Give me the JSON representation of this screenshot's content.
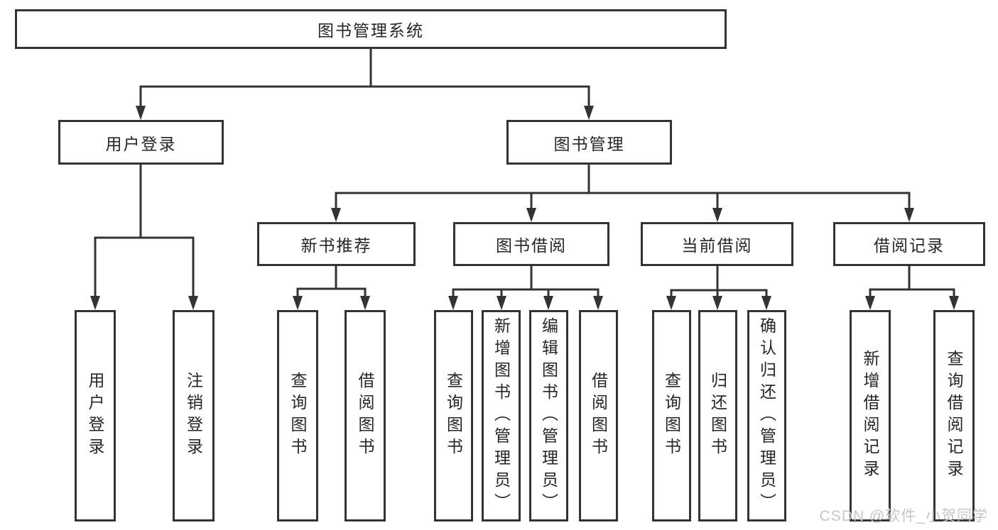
{
  "diagram": {
    "root": {
      "label": "图书管理系统"
    },
    "level2": [
      {
        "label": "用户登录"
      },
      {
        "label": "图书管理"
      }
    ],
    "level3": [
      {
        "label": "新书推荐"
      },
      {
        "label": "图书借阅"
      },
      {
        "label": "当前借阅"
      },
      {
        "label": "借阅记录"
      }
    ],
    "leaves": {
      "user_login": [
        "用户登录",
        "注销登录"
      ],
      "new_book_recommend": [
        "查询图书",
        "借阅图书"
      ],
      "book_borrow": [
        "查询图书",
        "新增图书（管理员）",
        "编辑图书（管理员）",
        "借阅图书"
      ],
      "current_borrow": [
        "查询图书",
        "归还图书",
        "确认归还（管理员）"
      ],
      "borrow_records": [
        "新增借阅记录",
        "查询借阅记录"
      ]
    }
  },
  "watermark": {
    "text": "CSDN @软件_小贺同学"
  },
  "colors": {
    "line": "#333333",
    "text": "#262626",
    "box_background": "#ffffff",
    "page_background": "#ffffff",
    "watermark": "#c6c6c6"
  }
}
